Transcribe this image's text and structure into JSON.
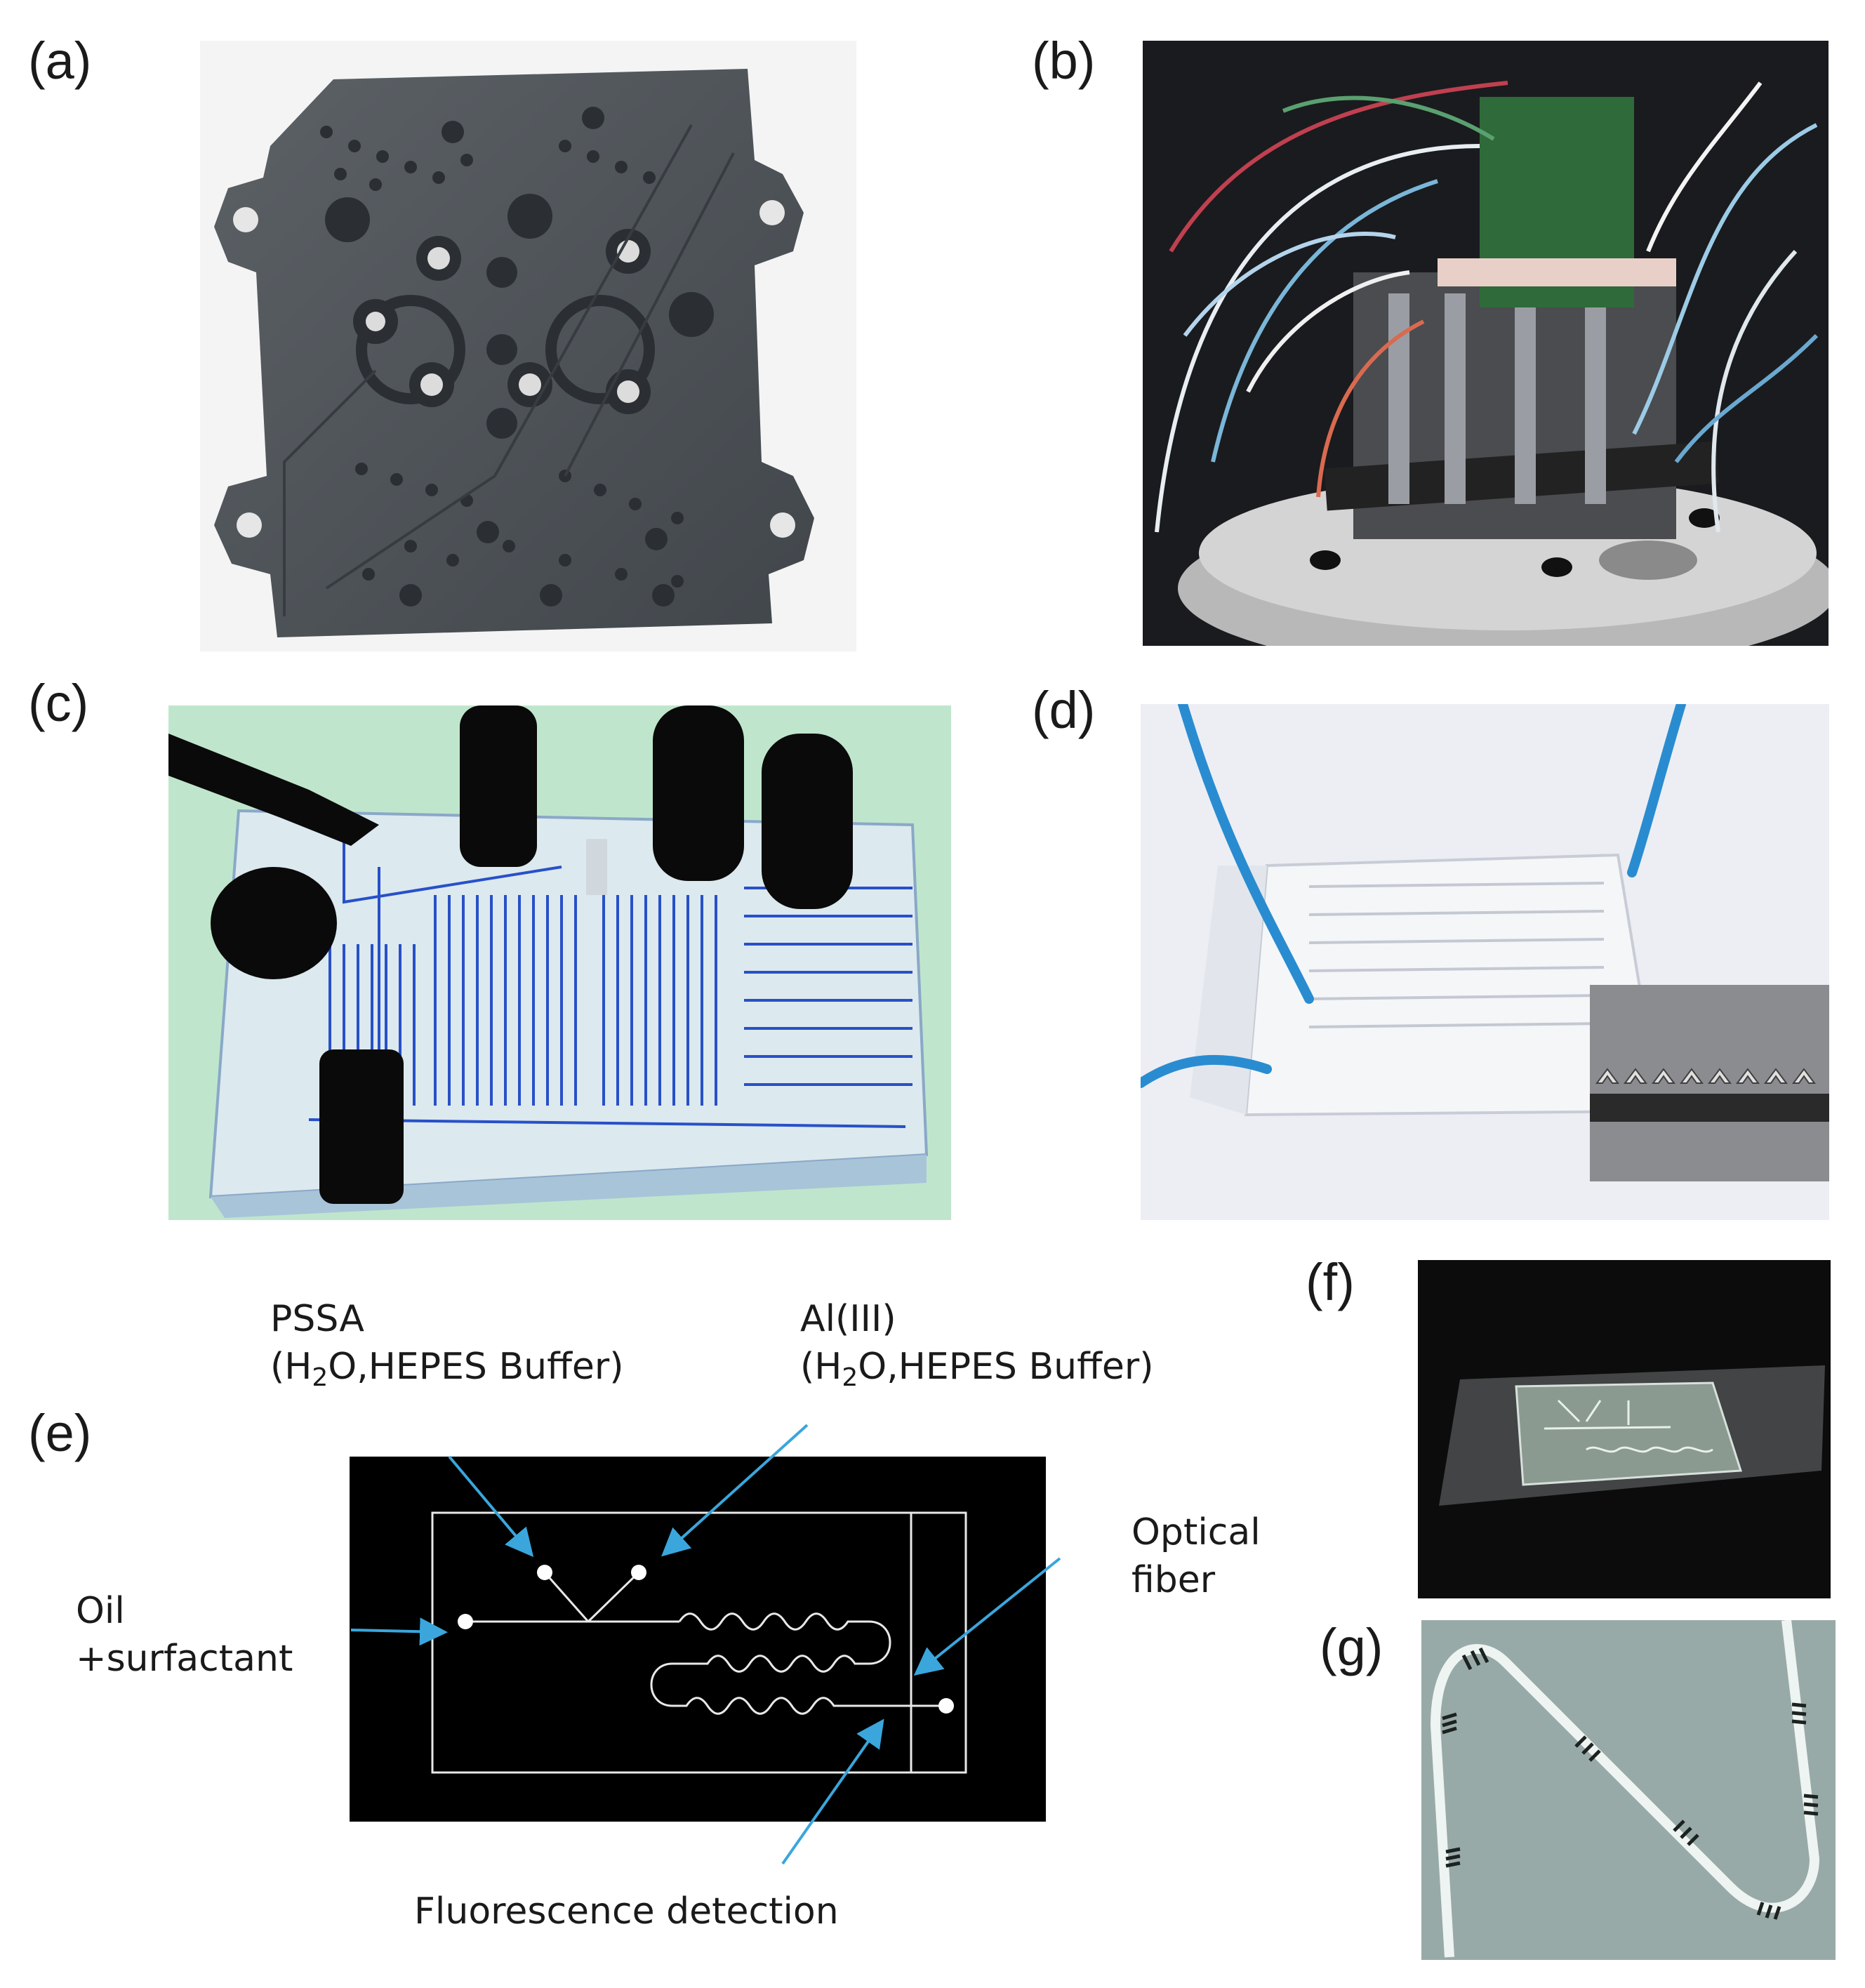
{
  "panels": {
    "a": {
      "label": "(a)"
    },
    "b": {
      "label": "(b)"
    },
    "c": {
      "label": "(c)"
    },
    "d": {
      "label": "(d)"
    },
    "e": {
      "label": "(e)"
    },
    "f": {
      "label": "(f)"
    },
    "g": {
      "label": "(g)"
    }
  },
  "schematic": {
    "pssa_title": "PSSA",
    "pssa_sub_pre": "(H",
    "pssa_sub_num": "2",
    "pssa_sub_post": "O,HEPES Buffer)",
    "al_title": "Al(III)",
    "al_sub_pre": "(H",
    "al_sub_num": "2",
    "al_sub_post": "O,HEPES Buffer)",
    "oil_line1": "Oil",
    "oil_line2": "+surfactant",
    "optical_line1": "Optical",
    "optical_line2": "fiber",
    "fluorescence": "Fluorescence detection"
  },
  "colors": {
    "arrow": "#3aa6dc",
    "channel": "#e8e8e8",
    "chip_bg": "#000000",
    "plate": "#4e5358",
    "green_bg": "#bfe6cc"
  }
}
